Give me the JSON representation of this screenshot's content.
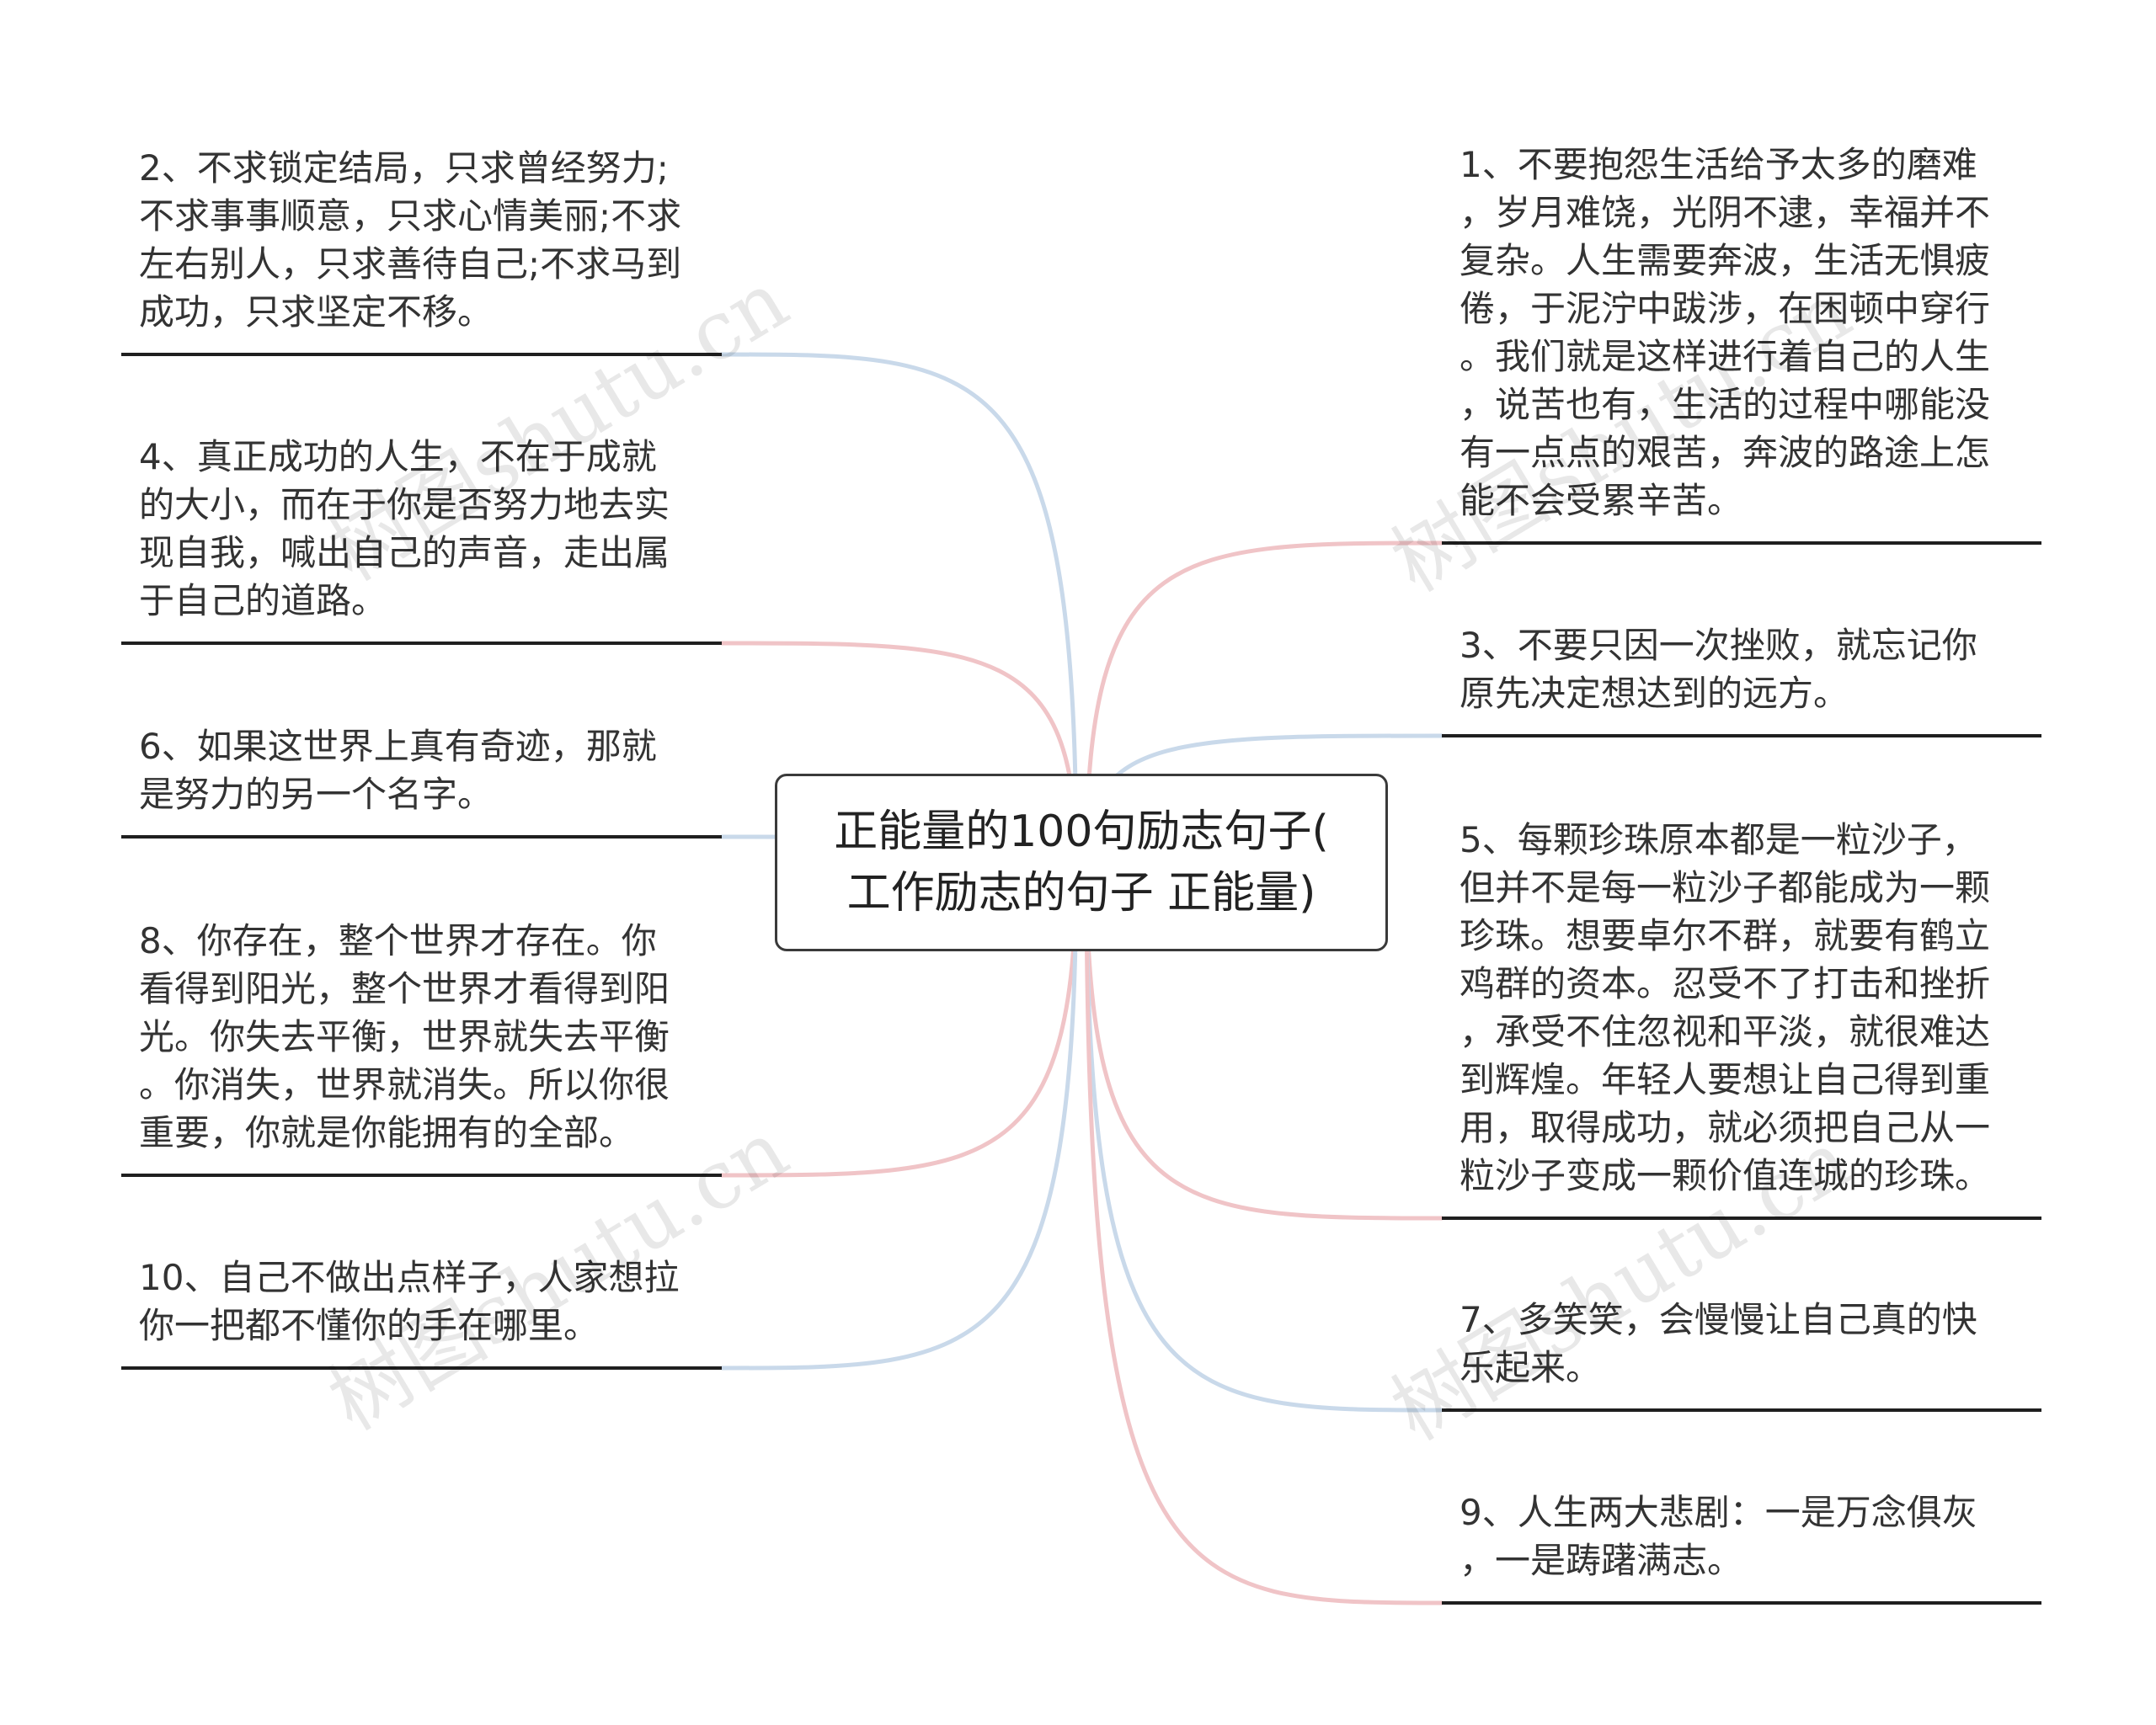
{
  "center_topic": {
    "lines": [
      "正能量的100句励志句子(",
      "工作励志的句子 正能量)"
    ]
  },
  "left_nodes": [
    {
      "lines": [
        "2、不求锁定结局，只求曾经努力;",
        "不求事事顺意，只求心情美丽;不求",
        "左右别人，只求善待自己;不求马到",
        "成功，只求坚定不移。"
      ]
    },
    {
      "lines": [
        "4、真正成功的人生，不在于成就",
        "的大小，而在于你是否努力地去实",
        "现自我，喊出自己的声音，走出属",
        "于自己的道路。"
      ]
    },
    {
      "lines": [
        "6、如果这世界上真有奇迹，那就",
        "是努力的另一个名字。"
      ]
    },
    {
      "lines": [
        "8、你存在，整个世界才存在。你",
        "看得到阳光，整个世界才看得到阳",
        "光。你失去平衡，世界就失去平衡",
        "。你消失，世界就消失。所以你很",
        "重要，你就是你能拥有的全部。"
      ]
    },
    {
      "lines": [
        "10、自己不做出点样子，人家想拉",
        "你一把都不懂你的手在哪里。"
      ]
    }
  ],
  "right_nodes": [
    {
      "lines": [
        "1、不要抱怨生活给予太多的磨难",
        "，岁月难饶，光阴不逮，幸福并不",
        "复杂。人生需要奔波，生活无惧疲",
        "倦，于泥泞中跋涉，在困顿中穿行",
        "。我们就是这样进行着自己的人生",
        "，说苦也有，生活的过程中哪能没",
        "有一点点的艰苦，奔波的路途上怎",
        "能不会受累辛苦。"
      ]
    },
    {
      "lines": [
        "3、不要只因一次挫败，就忘记你",
        "原先决定想达到的远方。"
      ]
    },
    {
      "lines": [
        "5、每颗珍珠原本都是一粒沙子，",
        "但并不是每一粒沙子都能成为一颗",
        "珍珠。想要卓尔不群，就要有鹤立",
        "鸡群的资本。忍受不了打击和挫折",
        "，承受不住忽视和平淡，就很难达",
        "到辉煌。年轻人要想让自己得到重",
        "用，取得成功，就必须把自己从一",
        "粒沙子变成一颗价值连城的珍珠。"
      ]
    },
    {
      "lines": [
        "7、多笑笑，会慢慢让自己真的快",
        "乐起来。"
      ]
    },
    {
      "lines": [
        "9、人生两大悲剧：一是万念俱灰",
        "，一是踌躇满志。"
      ]
    }
  ],
  "watermark": "树图shutu.cn",
  "colors": {
    "line_blue": "#c9d9ea",
    "line_pink": "#f0c4c7"
  }
}
